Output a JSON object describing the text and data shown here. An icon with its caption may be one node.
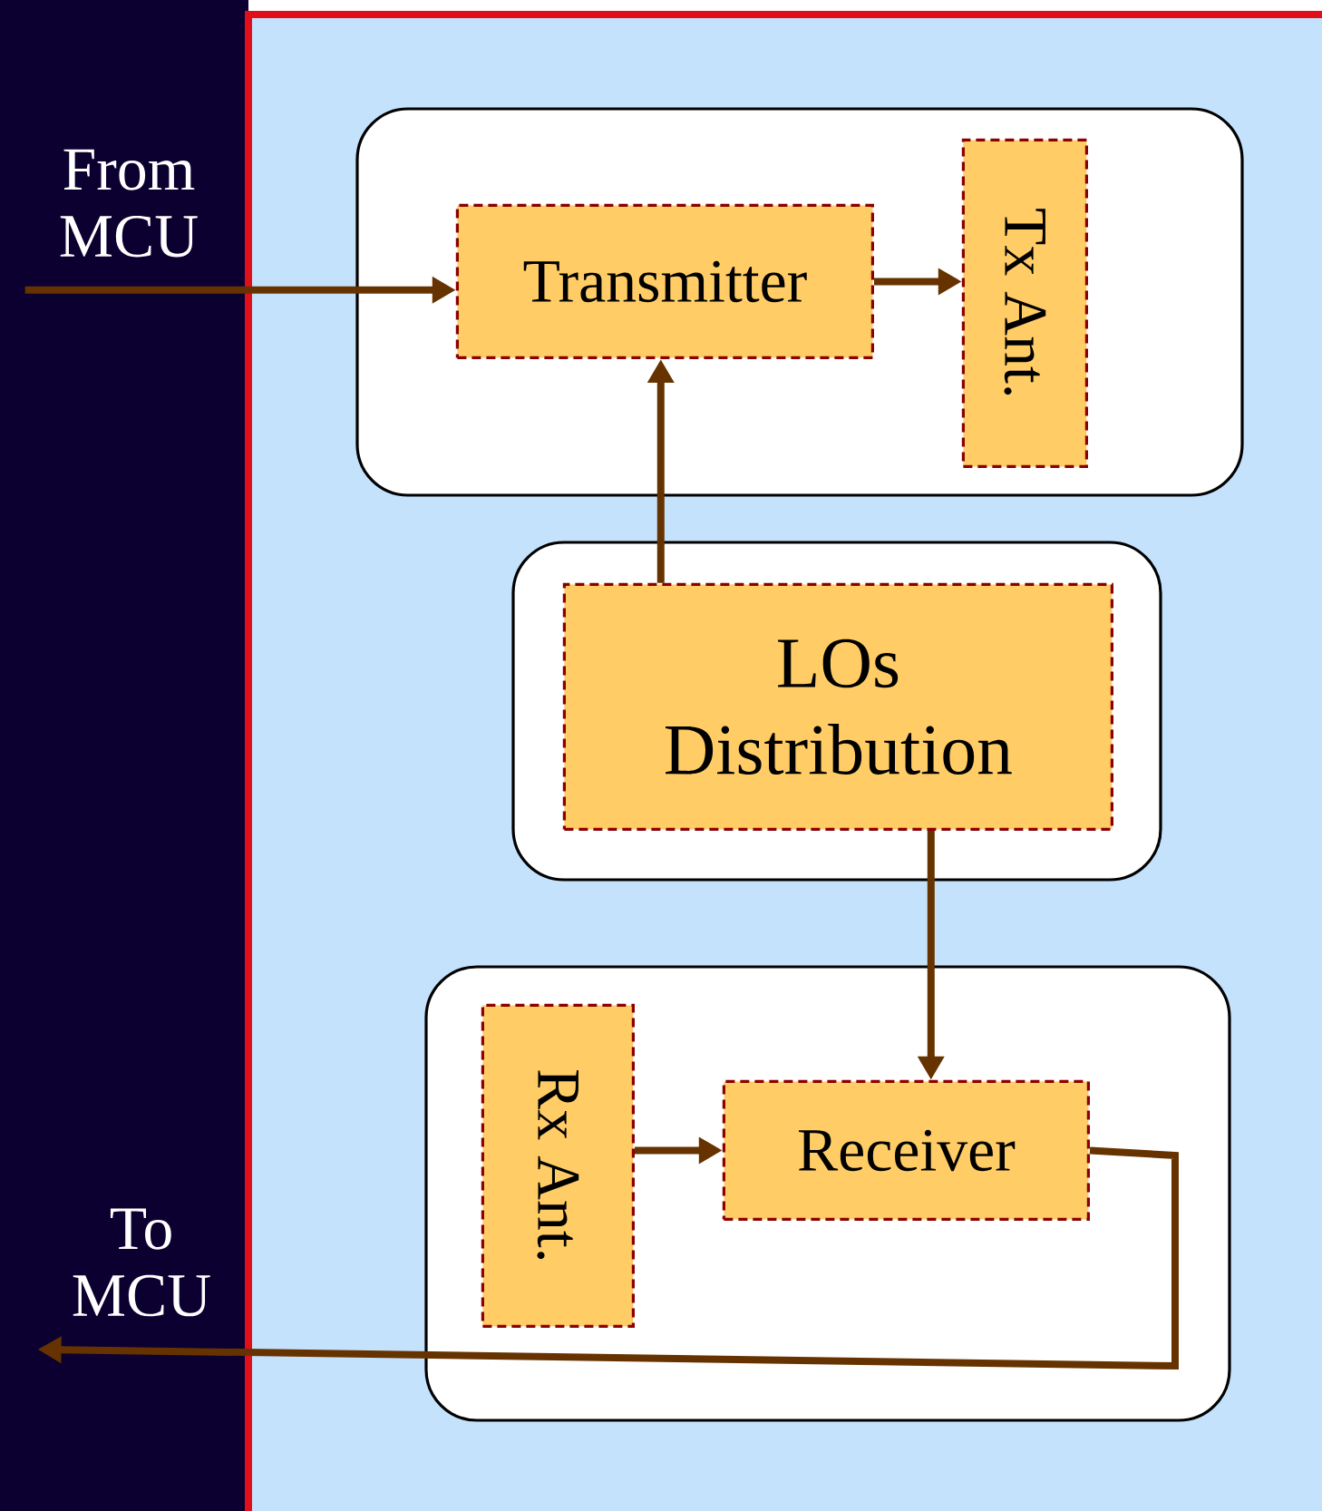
{
  "diagram": {
    "nodes": [
      {
        "text": [
          "From MCU"
        ]
      },
      {
        "text": [],
        "shape": "box"
      },
      {
        "text": [
          "Transmitter"
        ],
        "in": 1
      },
      {
        "text": [
          "Tx Ant."
        ],
        "in": 1
      },
      {
        "text": [],
        "shape": "box"
      },
      {
        "text": [
          "LOs Distribution"
        ],
        "in": 4
      },
      {
        "text": [],
        "shape": "box"
      },
      {
        "text": [
          "Rx Ant."
        ],
        "in": 6
      },
      {
        "text": [
          "Receiver"
        ],
        "in": 6
      },
      {
        "text": [
          "To MCU"
        ]
      }
    ],
    "edges": [
      {
        "from": 0,
        "to": 2,
        "arrow": "to"
      },
      {
        "from": 2,
        "to": 3,
        "arrow": "to"
      },
      {
        "from": 5,
        "to": 2,
        "arrow": "to"
      },
      {
        "from": 5,
        "to": 8,
        "arrow": "to"
      },
      {
        "from": 7,
        "to": 8,
        "arrow": "to"
      },
      {
        "from": 8,
        "to": 9,
        "arrow": "to"
      }
    ]
  }
}
